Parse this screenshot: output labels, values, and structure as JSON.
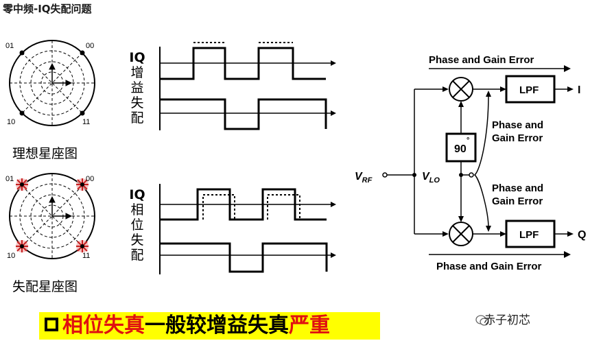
{
  "title": "零中频-IQ失配问题",
  "constellation": {
    "ideal_caption": "理想星座图",
    "mismatch_caption": "失配星座图",
    "labels": {
      "q01": "01",
      "q00": "00",
      "q10": "10",
      "q11": "11"
    }
  },
  "waveforms": {
    "gain": {
      "iq": "IQ",
      "label_chars": [
        "增",
        "益",
        "失",
        "配"
      ]
    },
    "phase": {
      "iq": "IQ",
      "label_chars": [
        "相",
        "位",
        "失",
        "配"
      ]
    }
  },
  "block": {
    "phase_gain_top": "Phase and Gain Error",
    "phase_gain_bottom": "Phase and Gain Error",
    "side_top": [
      "Phase and",
      "Gain Error"
    ],
    "side_bottom": [
      "Phase and",
      "Gain Error"
    ],
    "lpf_top": "LPF",
    "lpf_bottom": "LPF",
    "shifter": "90",
    "shifter_deg": "°",
    "out_i": "I",
    "out_q": "Q",
    "vrf_main": "V",
    "vrf_sub": "RF",
    "vlo_main": "V",
    "vlo_sub": "LO"
  },
  "banner": {
    "part1": "相位失真",
    "part2": "一般较增益失真",
    "part3": "严重"
  },
  "watermark": "赤子初芯",
  "colors": {
    "banner_bg": "#ffff00",
    "accent_red": "#e01010",
    "mismatch_star": "#c62020"
  }
}
